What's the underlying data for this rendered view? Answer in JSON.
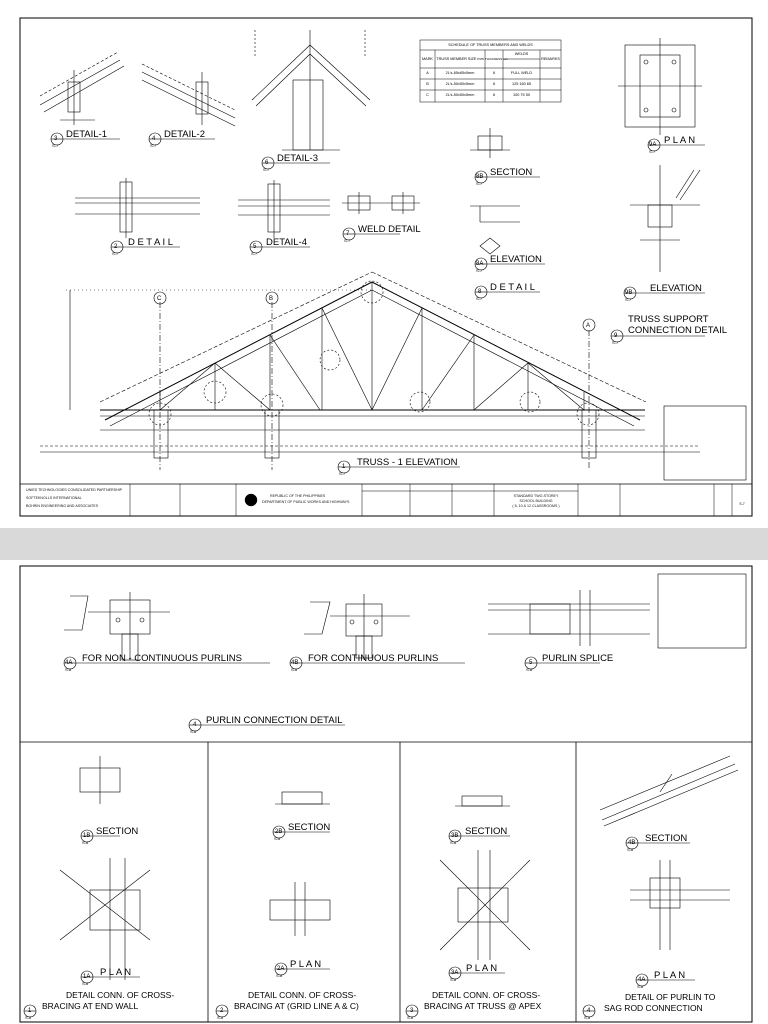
{
  "sheet1": {
    "details": {
      "d3": {
        "num": "3",
        "sheet": "S-7",
        "title": "DETAIL-1"
      },
      "d4": {
        "num": "4",
        "sheet": "S-7",
        "title": "DETAIL-2"
      },
      "d6": {
        "num": "6",
        "sheet": "S-7",
        "title": "DETAIL-3"
      },
      "d2": {
        "num": "2",
        "sheet": "S-7",
        "title": "D E T A I L"
      },
      "d5": {
        "num": "5",
        "sheet": "S-7",
        "title": "DETAIL-4"
      },
      "d7": {
        "num": "7",
        "sheet": "S-7",
        "title": "WELD DETAIL"
      },
      "d8b": {
        "num": "8B",
        "sheet": "S-7",
        "title": "SECTION"
      },
      "d8a": {
        "num": "8A",
        "sheet": "S-7",
        "title": "ELEVATION"
      },
      "d8": {
        "num": "8",
        "sheet": "S-7",
        "title": "D E T A I L"
      },
      "d9a": {
        "num": "9A",
        "sheet": "S-7",
        "title": "P L A N"
      },
      "d9b": {
        "num": "9B",
        "sheet": "S-7",
        "title": "ELEVATION"
      },
      "d9": {
        "num": "9",
        "sheet": "S-7",
        "title1": "TRUSS SUPPORT",
        "title2": "CONNECTION DETAIL"
      },
      "d1": {
        "num": "1",
        "sheet": "S-7",
        "title": "TRUSS - 1  ELEVATION"
      }
    },
    "schedule": {
      "title": "SCHEDULE OF TRUSS MEMBERS AND WELDS",
      "headers": [
        "MARK",
        "TRUSS MEMBER SIZE mm",
        "THICKNESS mm",
        "WELDS",
        "REMARKS"
      ],
      "rows": [
        [
          "A",
          "2L's-65x65x5mm",
          "6",
          "FULL WELD",
          ""
        ],
        [
          "B",
          "2L's-50x50x5mm",
          "6",
          "125  160  65",
          ""
        ],
        [
          "C",
          "2L's-50x50x5mm",
          "6",
          "100  75  50",
          ""
        ]
      ]
    },
    "grid": {
      "c": "C",
      "b": "B",
      "a": "A"
    },
    "title_block": {
      "firm1": "UNIED TECHNOLOGIES CONSOLIDATED PARTNERSHIP",
      "firm2": "SOFTEKNOLLS INTERNATIONAL",
      "firm3": "BOHRIN ENGINEERING AND ASSOCIATES",
      "dept1": "REPUBLIC OF THE PHILIPPINES",
      "dept2": "DEPARTMENT OF PUBLIC WORKS AND HIGHWAYS",
      "project1": "STANDARD TWO-STOREY",
      "project2": "SCHOOL BUILDING",
      "project3": "( 8, 10 & 12 CLASSROOMS )",
      "sheet_no": "S-7"
    }
  },
  "sheet2": {
    "details": {
      "d4a": {
        "num": "4A",
        "sheet": "S-8",
        "title": "FOR NON - CONTINUOUS PURLINS"
      },
      "d4b": {
        "num": "4B",
        "sheet": "S-8",
        "title": "FOR CONTINUOUS PURLINS"
      },
      "d5": {
        "num": "5",
        "sheet": "S-8",
        "title": "PURLIN SPLICE"
      },
      "d4": {
        "num": "4",
        "sheet": "S-8",
        "title": "PURLIN CONNECTION DETAIL"
      },
      "d1b": {
        "num": "1B",
        "sheet": "S-8",
        "title": "SECTION"
      },
      "d2b": {
        "num": "2B",
        "sheet": "S-8",
        "title": "SECTION"
      },
      "d3b": {
        "num": "3B",
        "sheet": "S-8",
        "title": "SECTION"
      },
      "d4bs": {
        "num": "4B",
        "sheet": "S-8",
        "title": "SECTION"
      },
      "d1a": {
        "num": "1A",
        "sheet": "S-8",
        "title": "P L A N"
      },
      "d2a": {
        "num": "2A",
        "sheet": "S-8",
        "title": "P L A N"
      },
      "d3a": {
        "num": "3A",
        "sheet": "S-8",
        "title": "P L A N"
      },
      "d4ap": {
        "num": "4A",
        "sheet": "S-8",
        "title": "P L A N"
      },
      "c1": {
        "num": "1",
        "sheet": "S-8",
        "title1": "DETAIL CONN. OF CROSS-",
        "title2": "BRACING AT END WALL"
      },
      "c2": {
        "num": "2",
        "sheet": "S-8",
        "title1": "DETAIL CONN. OF CROSS-",
        "title2": "BRACING AT (GRID LINE A & C)"
      },
      "c3": {
        "num": "3",
        "sheet": "S-8",
        "title1": "DETAIL CONN. OF CROSS-",
        "title2": "BRACING AT TRUSS @ APEX"
      },
      "c4": {
        "num": "4",
        "sheet": "S-8",
        "title1": "DETAIL OF PURLIN TO",
        "title2": "SAG ROD CONNECTION"
      }
    }
  }
}
